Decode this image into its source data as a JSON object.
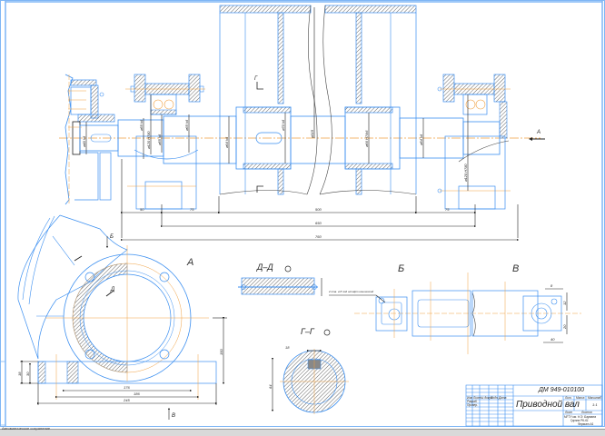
{
  "drawing": {
    "title": "Приводной вал",
    "document_code": "ДМ 949-010100",
    "stamp": {
      "litera_headers": [
        "Лит.",
        "Масса",
        "Масштаб"
      ],
      "scale_value": "1:1",
      "sheet_label": "Лист",
      "sheets_label": "Листов",
      "organization_lines": [
        "МГТУ им. Н.Э. Баумана",
        "Группа РК-61"
      ],
      "format_label": "Формат A1",
      "row_headers": [
        "Изм",
        "Лист",
        "№ докум.",
        "Подп.",
        "Дата"
      ],
      "role_rows": [
        "Разраб.",
        "Провер.",
        "Т.контр.",
        "Н.контр.",
        "Утв."
      ]
    },
    "colors": {
      "contour": "#3a8ef0",
      "centerline": "#f0a040",
      "dimension": "#222222",
      "hatch": "#555555",
      "frame": "#7fb6f5"
    },
    "view_labels": {
      "a": "А",
      "b": "Б",
      "v": "В",
      "section_dd": "Д–Д",
      "section_gg": "Г–Г",
      "arrow_a": "А",
      "arrow_b": "Б",
      "arrow_v": "В",
      "cut_g_top": "Г",
      "cut_d": "Д"
    },
    "dimensions_main": {
      "d1": "50",
      "d2": "75",
      "d3": "500",
      "d4": "75",
      "d5": "650",
      "d6": "760",
      "dia_left_end": "⌀40 k6",
      "dia_seal_left": "⌀55 k6",
      "dia_bearing_left": "⌀120 H7/l0",
      "dia_shaft_left": "⌀55 k6",
      "dia_bearing_inner_left": "⌀65 k6",
      "dia_mid": "⌀64 k6",
      "dia_hub_left": "⌀70 k6",
      "dia_drum": "⌀315",
      "dia_hub_right": "⌀66 H7/k6",
      "dia_right": "⌀54 k6",
      "dia_housing_right": "⌀120 H7/l0"
    },
    "dimensions_view_a": {
      "h1": "18",
      "h2": "30",
      "height": "150",
      "w1": "176",
      "w2": "186",
      "w3": "245"
    },
    "section_gg_dims": {
      "key_width": "18",
      "diameter": "64"
    },
    "view_v_dims": {
      "a": "8",
      "b": "12",
      "c": "20",
      "d": "40"
    },
    "note_b": "2 отв. ⌀ 8 под штифт конический",
    "status_text": "Автоматическое сохранение"
  }
}
